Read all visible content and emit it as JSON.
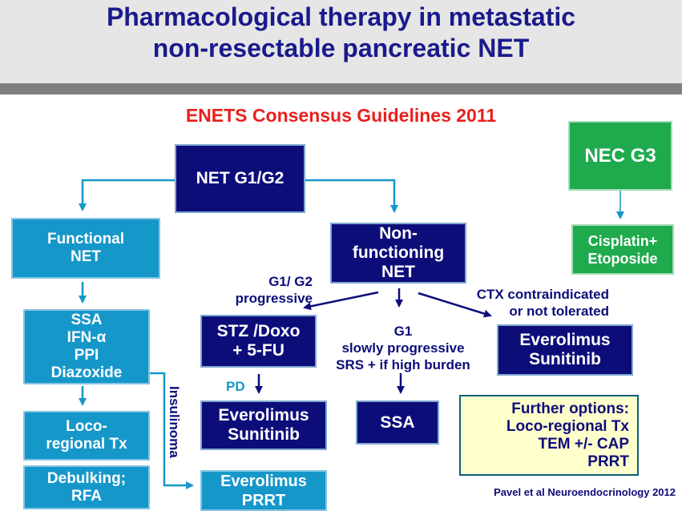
{
  "header": {
    "title_line1": "Pharmacological therapy in metastatic",
    "title_line2": "non-resectable pancreatic NET"
  },
  "subtitle": "ENETS Consensus Guidelines 2011",
  "nodes": {
    "net_g1g2": "NET G1/G2",
    "functional": "Functional\nNET",
    "nonfunctioning": "Non-\nfunctioning\nNET",
    "nec_g3": "NEC G3",
    "cisplatin": "Cisplatin+\nEtoposide",
    "ssa_ifn": "SSA\nIFN-α\nPPI\nDiazoxide",
    "loco": "Loco-\nregional Tx",
    "debulking": "Debulking;\nRFA",
    "stz": "STZ /Doxo\n+ 5-FU",
    "everolimus_sunitinib_mid": "Everolimus\nSunitinib",
    "everolimus_prrt": "Everolimus\nPRRT",
    "ssa": "SSA",
    "everolimus_sunitinib_right": "Everolimus\nSunitinib",
    "further": "Further options:\nLoco-regional Tx\nTEM +/- CAP\nPRRT"
  },
  "edge_labels": {
    "g1g2_progressive": "G1/ G2\nprogressive",
    "ctx": "CTX contraindicated\nor not tolerated",
    "g1_slow": "G1\nslowly progressive\nSRS + if high burden",
    "pd": "PD",
    "insulinoma": "Insulinoma"
  },
  "citation": "Pavel et al Neuroendocrinology 2012",
  "colors": {
    "navy": "#0d0d7a",
    "cyan": "#1697c9",
    "green": "#1faa4e",
    "red": "#e8201e",
    "yellow": "#ffffcc"
  }
}
